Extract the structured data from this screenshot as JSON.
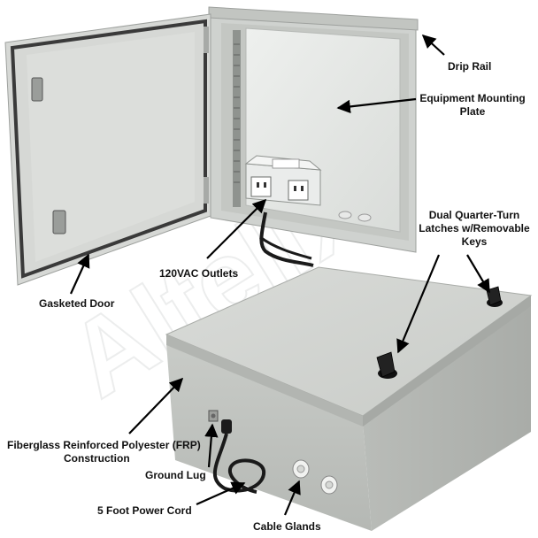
{
  "watermark": "Altelix",
  "callouts": {
    "drip_rail": "Drip Rail",
    "mounting_plate_line1": "Equipment Mounting",
    "mounting_plate_line2": "Plate",
    "latches_line1": "Dual Quarter-Turn",
    "latches_line2": "Latches w/Removable",
    "latches_line3": "Keys",
    "outlets": "120VAC Outlets",
    "gasketed_door": "Gasketed Door",
    "frp_line1": "Fiberglass Reinforced Polyester (FRP)",
    "frp_line2": "Construction",
    "ground_lug": "Ground Lug",
    "power_cord": "5 Foot Power Cord",
    "cable_glands": "Cable Glands"
  },
  "colors": {
    "enclosure": "#d4d6d3",
    "enclosure_shadow": "#b3b6b2",
    "plate": "#e6e8e6",
    "gasket": "#3a3a3a",
    "latch": "#222222",
    "arrow": "#000000"
  }
}
